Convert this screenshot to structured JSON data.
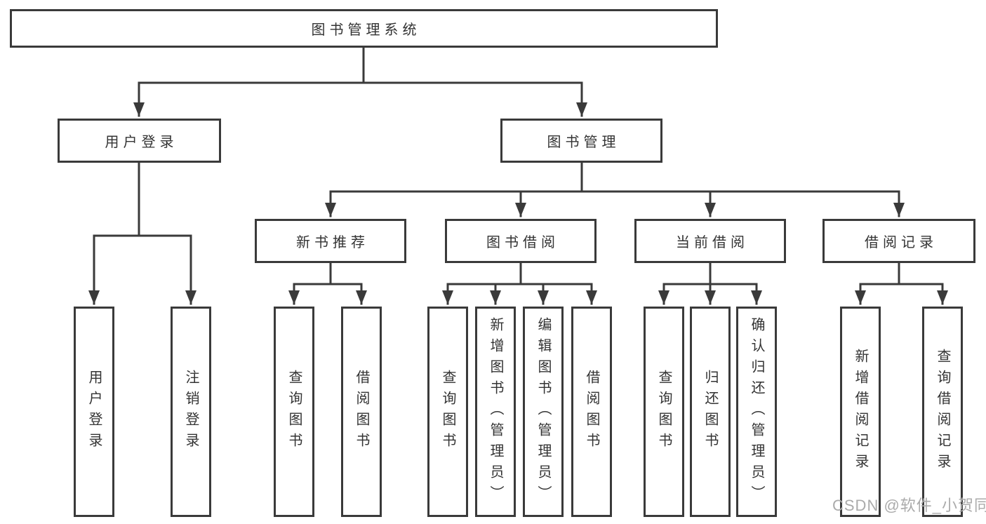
{
  "diagram_title": "图书管理系统",
  "watermark": "CSDN @软件_小贺同学",
  "colors": {
    "line": "#3a3a3a",
    "text": "#333333",
    "background": "#ffffff",
    "watermark": "#ababab"
  },
  "nodes": {
    "root": {
      "label": "图书管理系统"
    },
    "level2": {
      "user_login": {
        "label": "用户登录"
      },
      "book_mgmt": {
        "label": "图书管理"
      }
    },
    "level3": {
      "new_book_rec": {
        "label": "新书推荐"
      },
      "book_borrow": {
        "label": "图书借阅"
      },
      "current_borrow": {
        "label": "当前借阅"
      },
      "borrow_record": {
        "label": "借阅记录"
      }
    },
    "leaves": {
      "user_login_leaf": {
        "label": "用户登录"
      },
      "logout": {
        "label": "注销登录"
      },
      "nbr_query_books": {
        "label": "查询图书"
      },
      "nbr_borrow_books": {
        "label": "借阅图书"
      },
      "bb_query_books": {
        "label": "查询图书"
      },
      "bb_add_books": {
        "label": "新增图书（管理员）"
      },
      "bb_edit_books": {
        "label": "编辑图书（管理员）"
      },
      "bb_borrow_books": {
        "label": "借阅图书"
      },
      "cb_query_books": {
        "label": "查询图书"
      },
      "cb_return_books": {
        "label": "归还图书"
      },
      "cb_confirm_return": {
        "label": "确认归还（管理员）"
      },
      "br_add_record": {
        "label": "新增借阅记录"
      },
      "br_query_record": {
        "label": "查询借阅记录"
      }
    }
  }
}
